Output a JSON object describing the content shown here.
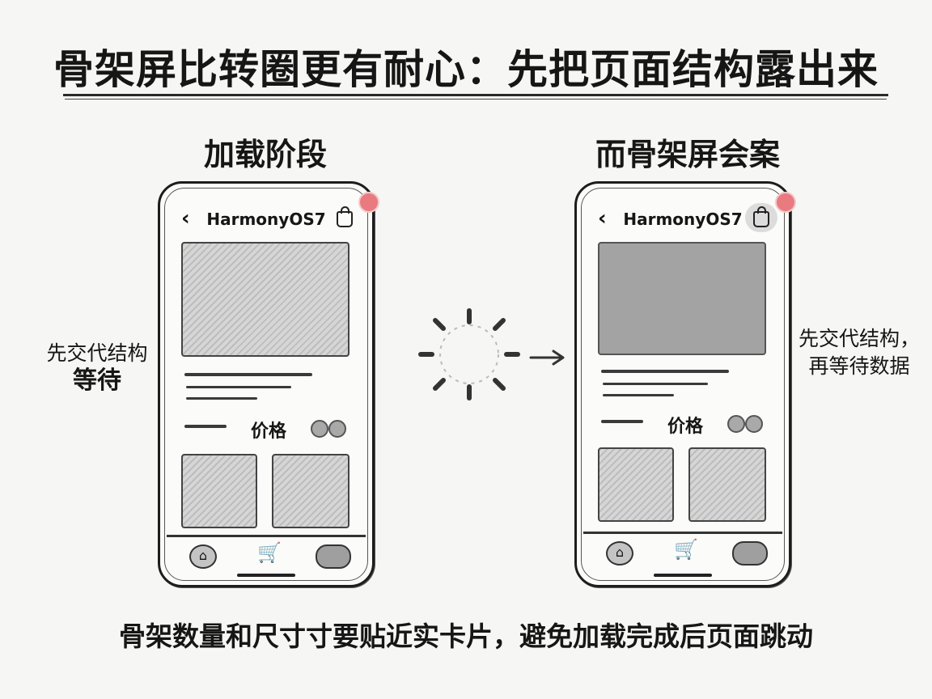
{
  "title": "骨架屏比转圈更有耐心：先把页面结构露出来",
  "left": {
    "heading": "加载阶段",
    "note_line1": "先交代结构",
    "note_line2": "等待",
    "phone": {
      "app_title": "HarmonyOS7",
      "back_glyph": "‹",
      "price_label": "价格",
      "home_glyph": "⌂",
      "cart_glyph": "🛒"
    }
  },
  "right": {
    "heading": "而骨架屏会案",
    "note_line1": "先交代结构，",
    "note_line2": "再等待数据",
    "phone": {
      "app_title": "HarmonyOS7",
      "back_glyph": "‹",
      "price_label": "价格",
      "home_glyph": "⌂",
      "cart_glyph": "🛒"
    }
  },
  "footer": "骨架数量和尺寸寸要贴近实卡片，避免加载完成后页面跳动",
  "icons": [
    "back-icon",
    "bag-icon",
    "home-icon",
    "cart-icon",
    "spinner-icon",
    "arrow-right-icon"
  ],
  "colors": {
    "status_dot": "#e97b80",
    "skeleton_solid": "#a3a3a3",
    "skeleton_hatch": "#cfcfcf"
  }
}
